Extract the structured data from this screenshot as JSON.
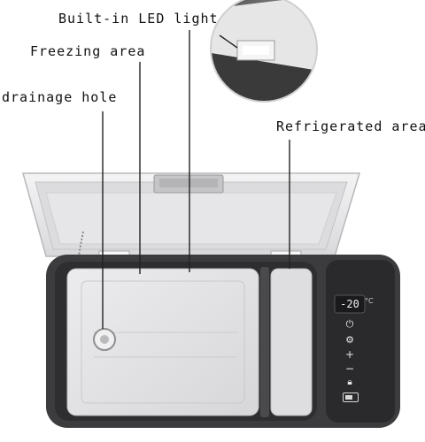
{
  "labels": {
    "led_light": "Built-in LED light",
    "freezing_area": "Freezing area",
    "drainage_hole": "drainage hole",
    "refrigerated_area": "Refrigerated area"
  },
  "control_panel": {
    "temperature_display": "-20",
    "temperature_unit": "°C",
    "buttons": [
      "power-icon",
      "settings-icon",
      "plus-icon",
      "minus-icon",
      "lock-icon",
      "battery-icon"
    ]
  },
  "colors": {
    "body": "#3c3c3e",
    "lid": "#e9e9eb",
    "liner": "#e1e1e3",
    "label_line": "#222222"
  }
}
